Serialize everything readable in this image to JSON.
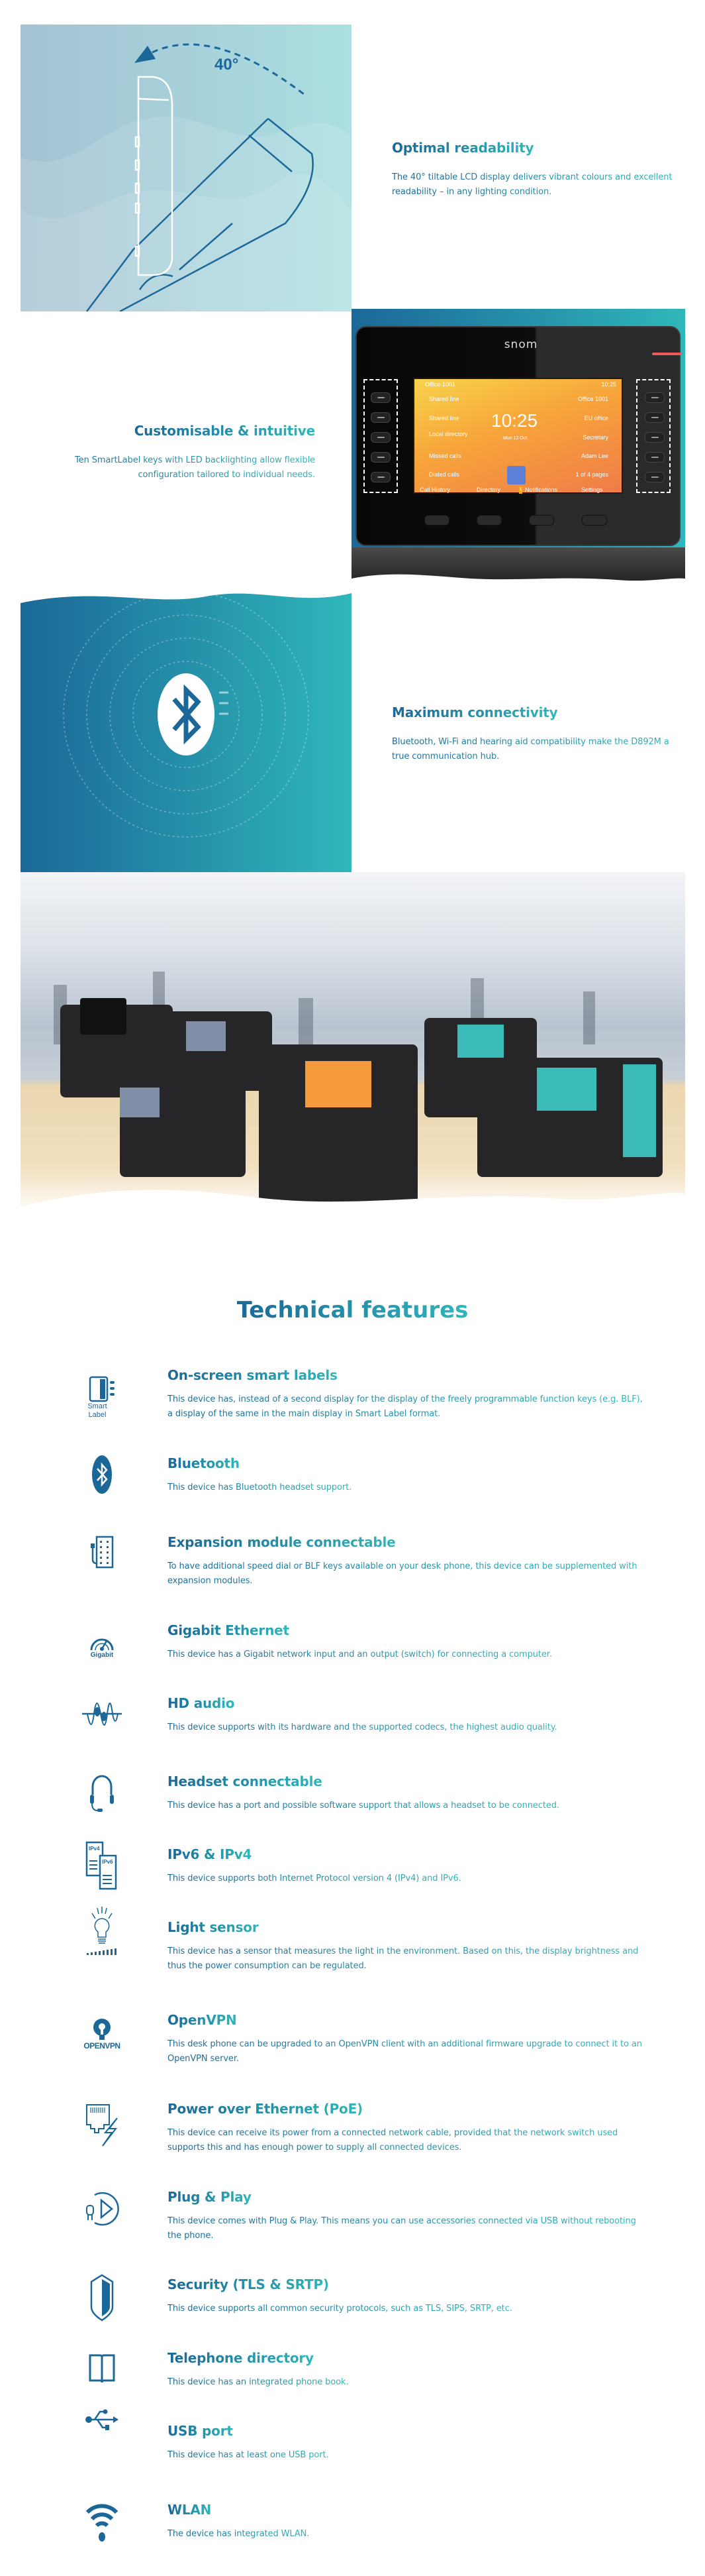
{
  "sections": [
    {
      "title": "Optimal readability",
      "text": "The 40° tiltable LCD display delivers vibrant colours and excellent readability – in any lighting condition.",
      "angle_label": "40°"
    },
    {
      "title": "Customisable & intuitive",
      "text": "Ten SmartLabel keys with LED backlighting allow flexible configuration tailored to individual needs."
    },
    {
      "title": "Maximum connectivity",
      "text": "Bluetooth, Wi-Fi and hearing aid compatibility make the D892M a true communication hub."
    }
  ],
  "phone": {
    "brand": "snom",
    "status_line": "Office 1001",
    "status_time": "10:25",
    "clock": "10:25",
    "date": "Mon 12 Oct",
    "left_keys": [
      "Shared line",
      "Shared line",
      "Local directory",
      "Missed calls",
      "Dialed calls"
    ],
    "right_keys": [
      "Office 1001",
      "EU office",
      "Secretary",
      "Adam Lee",
      "1 of 4 pages"
    ],
    "softkeys": [
      "Call History",
      "Directory",
      "Notifications",
      "Settings"
    ],
    "notification_count": "1"
  },
  "features_title": "Technical features",
  "features": [
    {
      "title": "On-screen smart labels",
      "text": "This device has, instead of a second display for the display of the freely programmable function keys (e.g. BLF), a display of the same in the main display in Smart Label format.",
      "icon": "smart-label-icon",
      "icon_text": "Smart Label"
    },
    {
      "title": "Bluetooth",
      "text": "This device has Bluetooth headset support.",
      "icon": "bluetooth-icon"
    },
    {
      "title": "Expansion module connectable",
      "text": "To have additional speed dial or BLF keys available on your desk phone, this device can be supplemented with expansion modules.",
      "icon": "expansion-module-icon"
    },
    {
      "title": "Gigabit Ethernet",
      "text": "This device has a Gigabit network input and an output (switch) for connecting a computer.",
      "icon": "gigabit-gauge-icon",
      "icon_text": "Gigabit"
    },
    {
      "title": "HD audio",
      "text": "This device supports with its hardware and the supported codecs, the highest audio quality.",
      "icon": "waveform-icon"
    },
    {
      "title": "Headset connectable",
      "text": "This device has a port and possible software support that allows a headset to be connected.",
      "icon": "headset-icon"
    },
    {
      "title": "IPv6 & IPv4",
      "text": "This device supports both Internet Protocol version 4 (IPv4) and IPv6.",
      "icon": "ip-documents-icon",
      "icon_text_a": "IPv4",
      "icon_text_b": "IPv6"
    },
    {
      "title": "Light sensor",
      "text": "This device has a sensor that measures the light in the environment. Based on this, the display brightness and thus the power consumption can be regulated.",
      "icon": "light-bulb-icon"
    },
    {
      "title": "OpenVPN",
      "text": "This desk phone can be upgraded to an OpenVPN client with an additional firmware upgrade to connect it to an OpenVPN server.",
      "icon": "openvpn-logo-icon",
      "icon_text": "OPENVPN"
    },
    {
      "title": "Power over Ethernet (PoE)",
      "text": "This device can receive its power from a connected network cable, provided that the network switch used supports this and has enough power to supply all connected devices.",
      "icon": "poe-icon"
    },
    {
      "title": "Plug & Play",
      "text": "This device comes with Plug & Play. This means you can use accessories connected via USB without rebooting the phone.",
      "icon": "plug-play-icon"
    },
    {
      "title": "Security (TLS & SRTP)",
      "text": "This device supports all common security protocols, such as TLS, SIPS, SRTP, etc.",
      "icon": "shield-icon"
    },
    {
      "title": "Telephone directory",
      "text": "This device has an integrated phone book.",
      "icon": "book-icon"
    },
    {
      "title": "USB port",
      "text": "This device has at least one USB port.",
      "icon": "usb-icon"
    },
    {
      "title": "WLAN",
      "text": "The device has integrated WLAN.",
      "icon": "wifi-icon"
    }
  ],
  "colors": {
    "primary": "#1b6898",
    "accent": "#2fb7ba"
  }
}
